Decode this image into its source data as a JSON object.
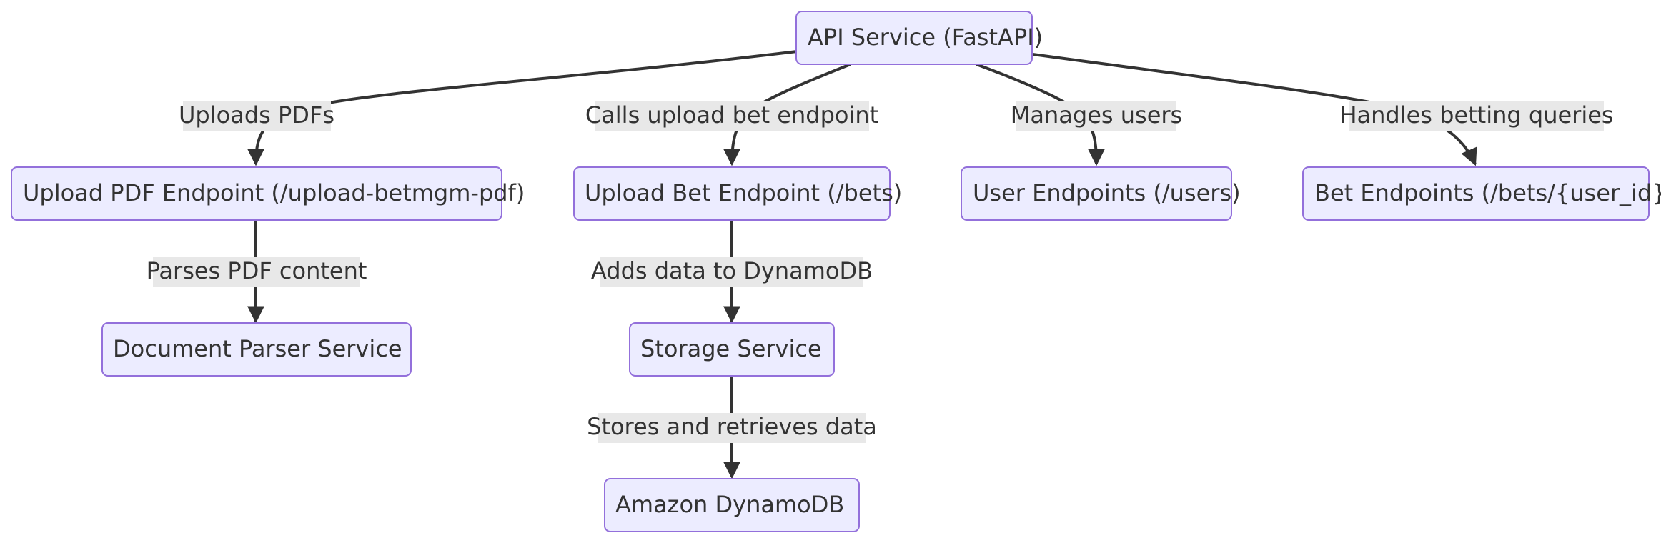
{
  "nodes": {
    "api": "API Service (FastAPI)",
    "upload_pdf": "Upload PDF Endpoint (/upload-betmgm-pdf)",
    "upload_bet": "Upload Bet Endpoint (/bets)",
    "users": "User Endpoints (/users)",
    "bets": "Bet Endpoints (/bets/{user_id})",
    "parser": "Document Parser Service",
    "storage": "Storage Service",
    "dynamodb": "Amazon DynamoDB"
  },
  "edges": {
    "api_to_upload_pdf": "Uploads PDFs",
    "api_to_upload_bet": "Calls upload bet endpoint",
    "api_to_users": "Manages users",
    "api_to_bets": "Handles betting queries",
    "upload_pdf_to_parser": "Parses PDF content",
    "upload_bet_to_storage": "Adds data to DynamoDB",
    "storage_to_dynamodb": "Stores and retrieves data"
  }
}
